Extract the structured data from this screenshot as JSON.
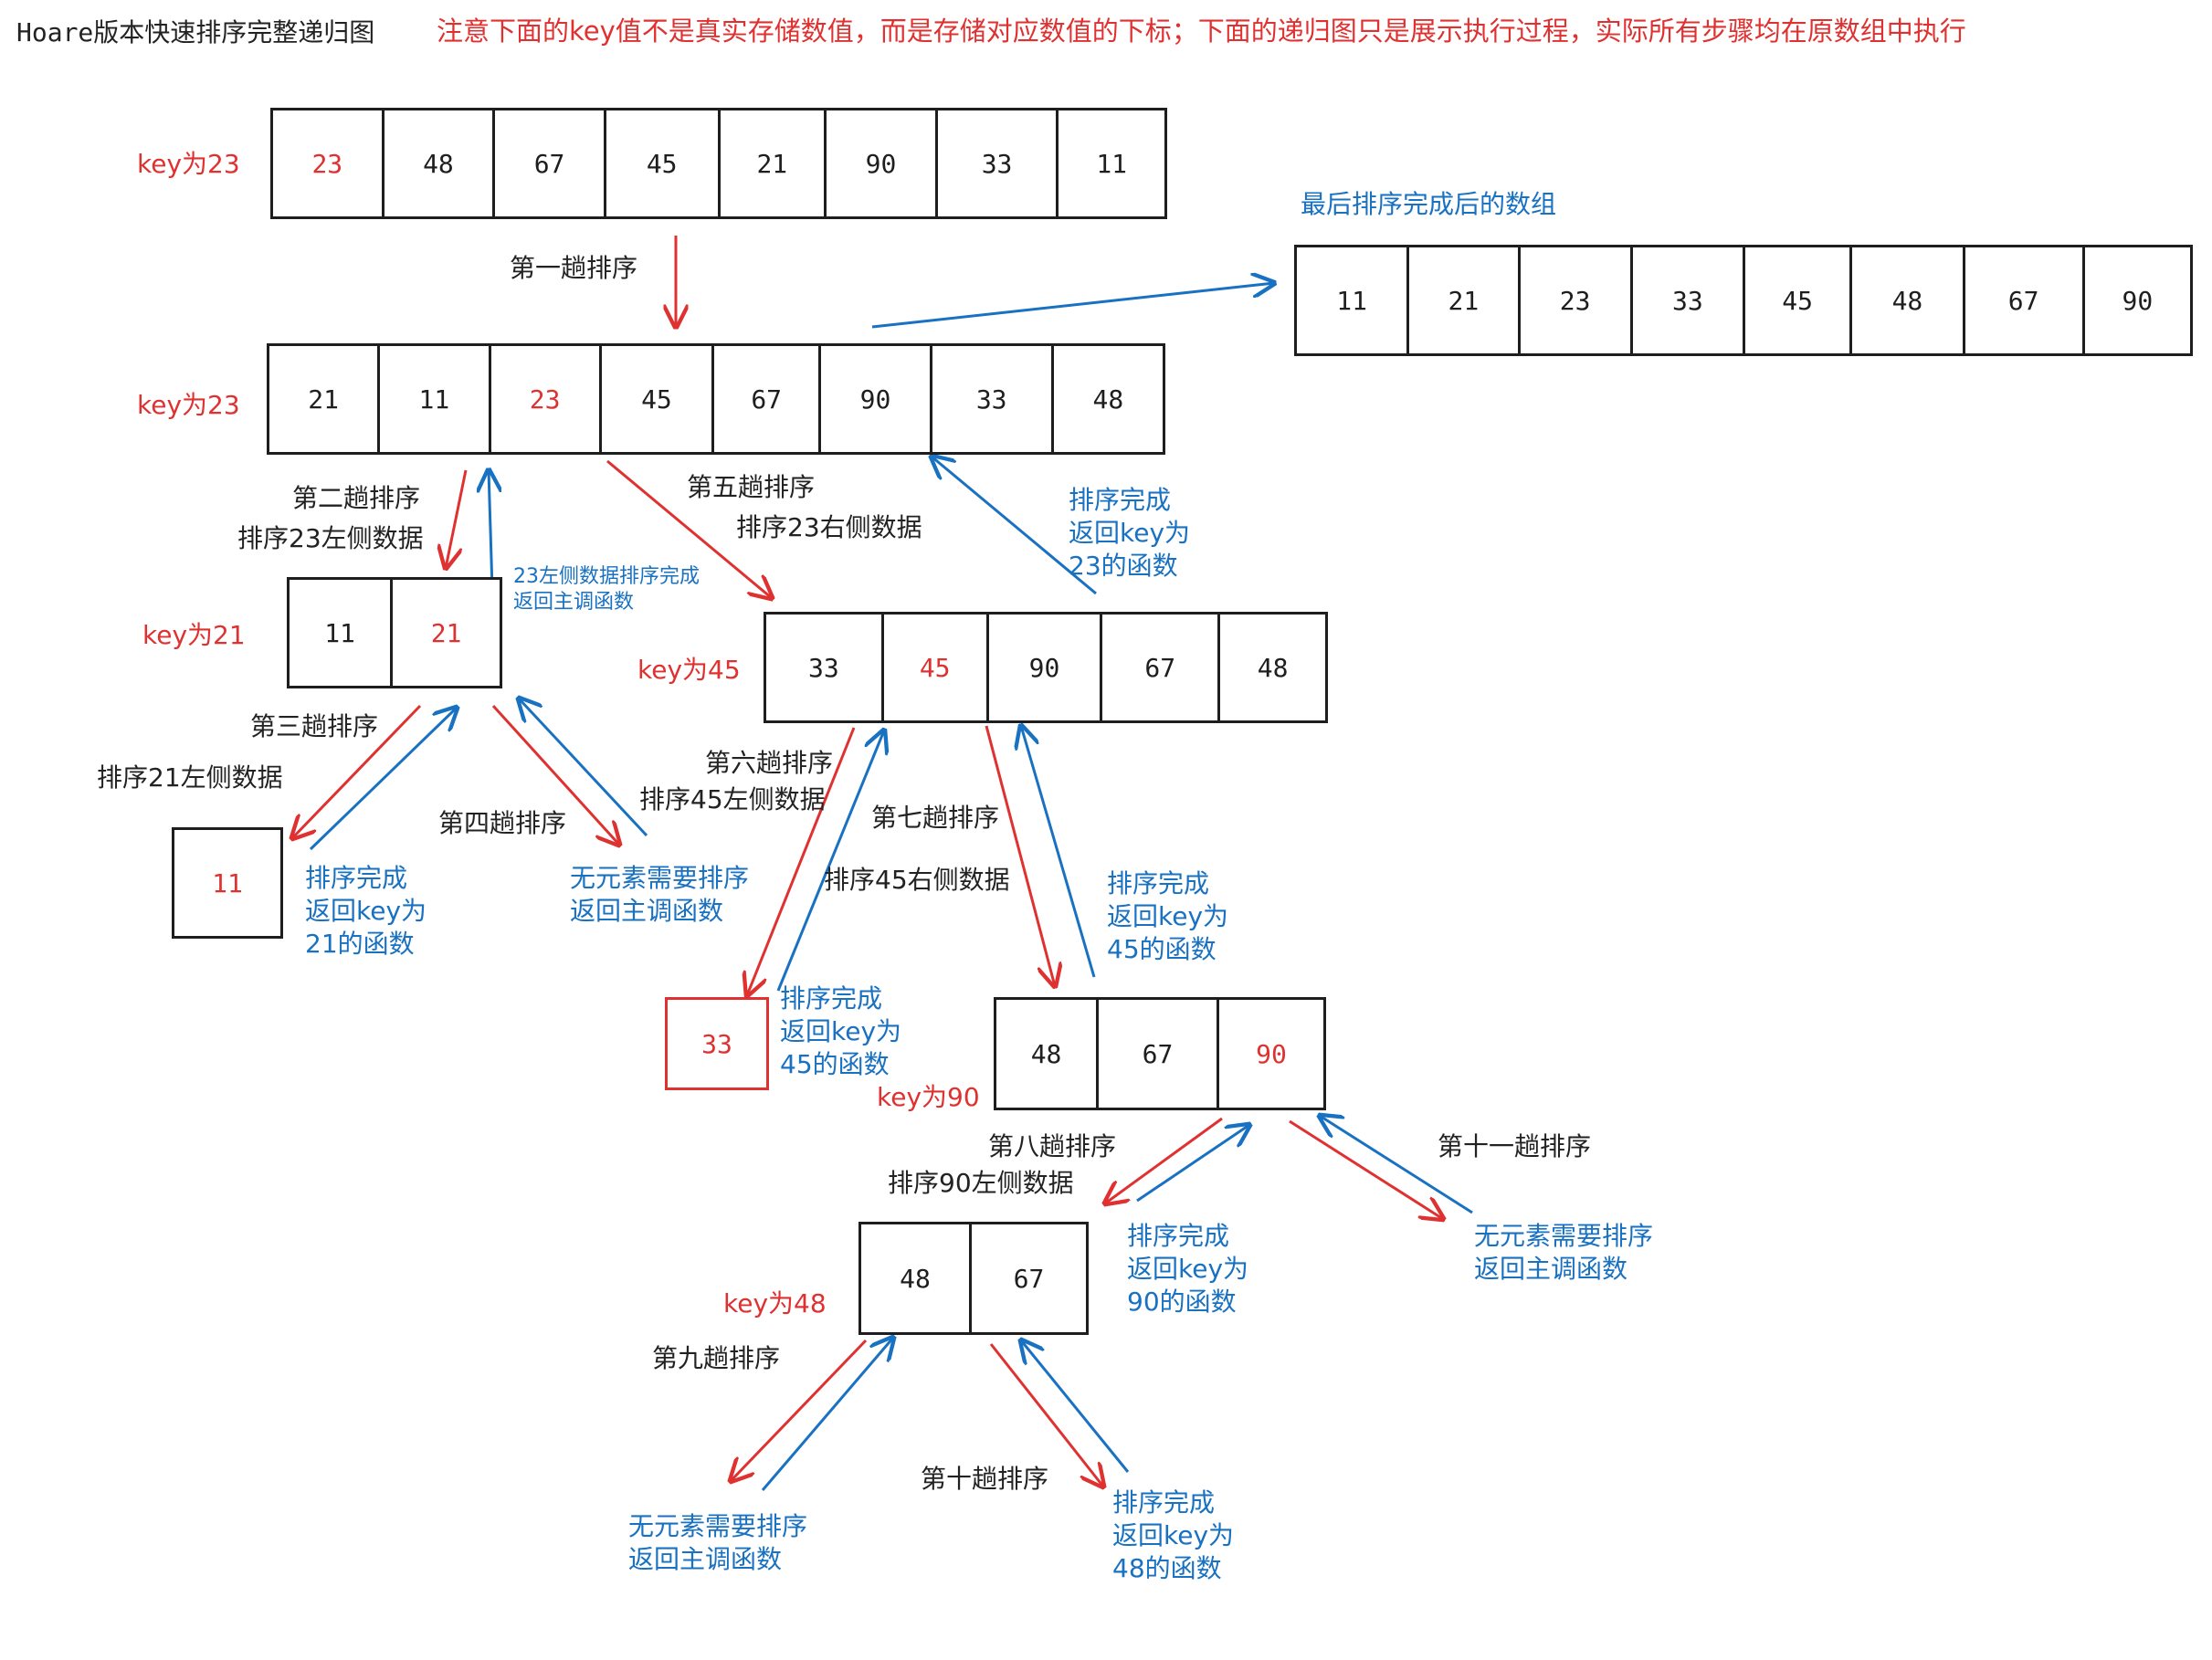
{
  "title": "Hoare版本快速排序完整递归图",
  "note": "注意下面的key值不是真实存储数值，而是存储对应数值的下标；下面的递归图只是展示执行过程，实际所有步骤均在原数组中执行",
  "colors": {
    "red": "#e03131",
    "blue": "#1971c2",
    "black": "#1e1e1e"
  },
  "arrays": {
    "a0": {
      "key_label": "key为23",
      "cells": [
        "23",
        "48",
        "67",
        "45",
        "21",
        "90",
        "33",
        "11"
      ],
      "key_index": 0
    },
    "a1": {
      "key_label": "key为23",
      "cells": [
        "21",
        "11",
        "23",
        "45",
        "67",
        "90",
        "33",
        "48"
      ],
      "key_index": 2
    },
    "final": {
      "caption": "最后排序完成后的数组",
      "cells": [
        "11",
        "21",
        "23",
        "33",
        "45",
        "48",
        "67",
        "90"
      ]
    },
    "a2": {
      "key_label": "key为21",
      "cells": [
        "11",
        "21"
      ],
      "key_index": 1
    },
    "a3": {
      "key_label": "key为45",
      "cells": [
        "33",
        "45",
        "90",
        "67",
        "48"
      ],
      "key_index": 1
    },
    "a4": {
      "cells": [
        "11"
      ]
    },
    "a5": {
      "cells": [
        "33"
      ]
    },
    "a6": {
      "key_label": "key为90",
      "cells": [
        "48",
        "67",
        "90"
      ],
      "key_index": 2
    },
    "a7": {
      "key_label": "key为48",
      "cells": [
        "48",
        "67"
      ]
    }
  },
  "labels": {
    "pass1": "第一趟排序",
    "pass2": [
      "第二趟排序",
      "排序23左侧数据"
    ],
    "pass5": [
      "第五趟排序",
      "排序23右侧数据"
    ],
    "pass3": [
      "第三趟排序",
      "排序21左侧数据"
    ],
    "pass4": "第四趟排序",
    "pass6": [
      "第六趟排序",
      "排序45左侧数据"
    ],
    "pass7": [
      "第七趟排序",
      "排序45右侧数据"
    ],
    "pass8": [
      "第八趟排序",
      "排序90左侧数据"
    ],
    "pass9": "第九趟排序",
    "pass10": "第十趟排序",
    "pass11": "第十一趟排序"
  },
  "returns": {
    "r_23_left": [
      "23左侧数据排序完成",
      "返回主调函数"
    ],
    "r_to23": [
      "排序完成",
      "返回key为",
      "23的函数"
    ],
    "r_to21": [
      "排序完成",
      "返回key为",
      "21的函数"
    ],
    "r_empty4": [
      "无元素需要排序",
      "返回主调函数"
    ],
    "r_33": [
      "排序完成",
      "返回key为",
      "45的函数"
    ],
    "r_to45": [
      "排序完成",
      "返回key为",
      "45的函数"
    ],
    "r_to90": [
      "排序完成",
      "返回key为",
      "90的函数"
    ],
    "r_empty11": [
      "无元素需要排序",
      "返回主调函数"
    ],
    "r_empty9": [
      "无元素需要排序",
      "返回主调函数"
    ],
    "r_to48": [
      "排序完成",
      "返回key为",
      "48的函数"
    ]
  }
}
